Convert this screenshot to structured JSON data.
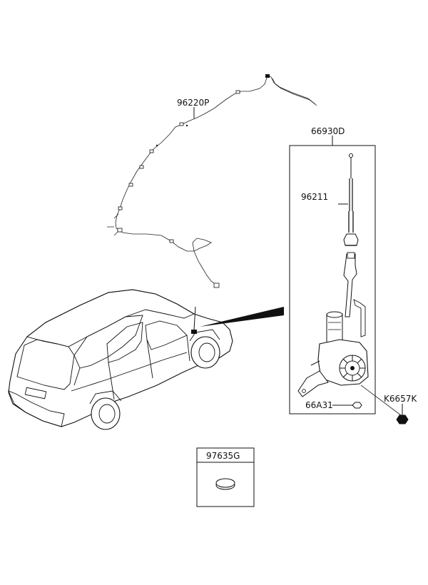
{
  "parts": {
    "cable": "96220P",
    "antenna_assy": "66930D",
    "antenna_rod": "96211",
    "bracket_nut": "66A31",
    "fastener": "K6657K",
    "cap": "97635G"
  }
}
